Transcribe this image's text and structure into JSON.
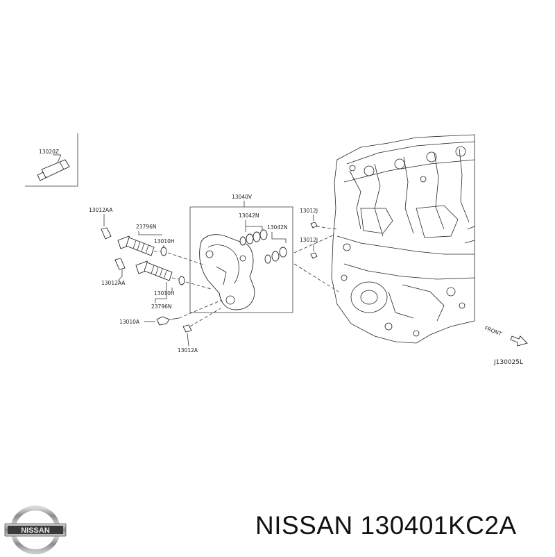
{
  "labels": {
    "p13020z": "13020Z",
    "p13040v": "13040V",
    "p13012aa_top": "13012AA",
    "p23796n_top": "23796N",
    "p13010h_top": "13010H",
    "p13042n_a": "13042N",
    "p13042n_b": "13042N",
    "p13012j_a": "13012J",
    "p13012j_b": "13012J",
    "p13012aa_bot": "13012AA",
    "p13010h_bot": "13010H",
    "p23796n_bot": "23796N",
    "p13010a": "13010A",
    "p13012a": "13012A",
    "front": "FRONT",
    "code": "J130025L"
  },
  "brand": {
    "logo_text": "NISSAN"
  },
  "caption": "NISSAN 130401KC2A"
}
